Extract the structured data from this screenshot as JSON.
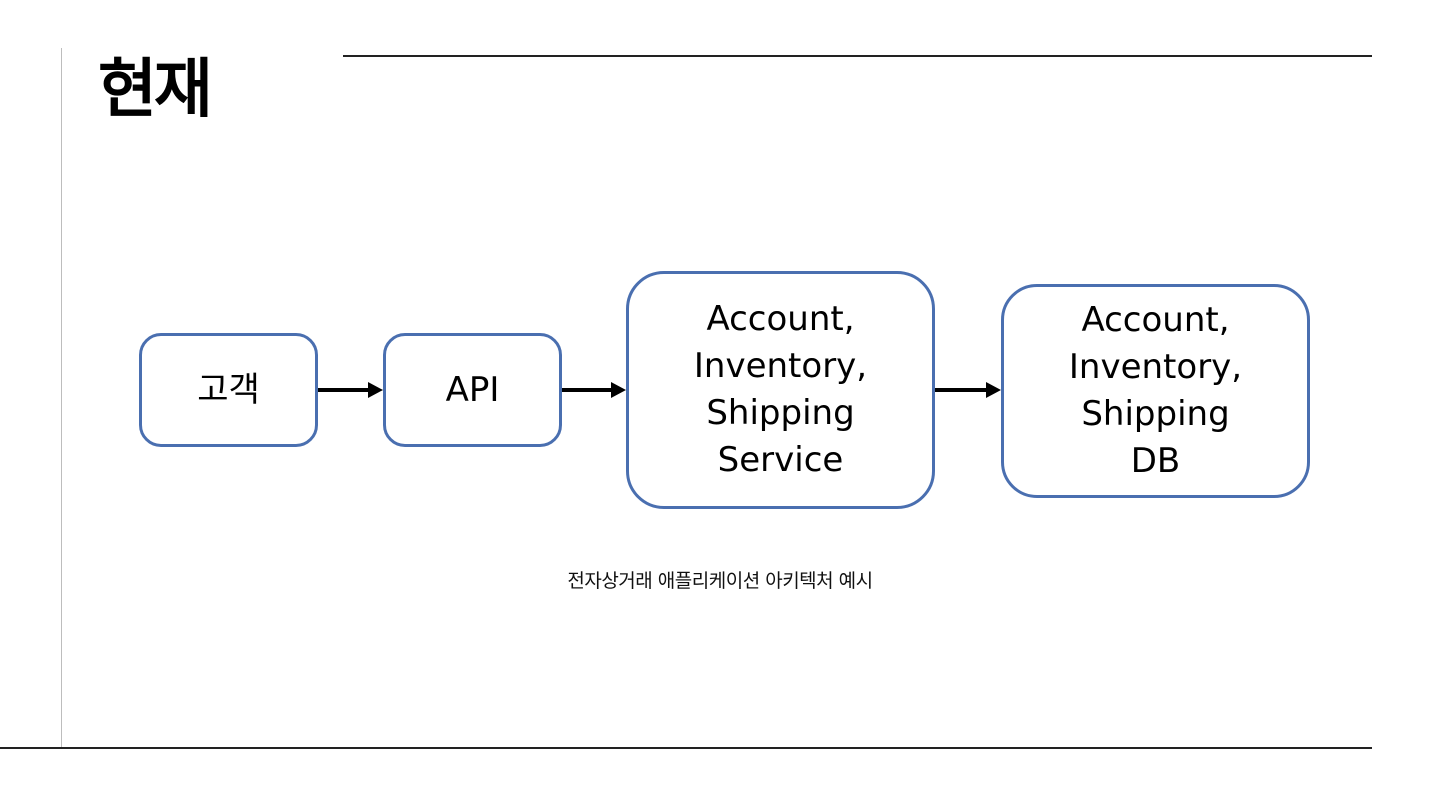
{
  "slide": {
    "title": "현재",
    "caption": "전자상거래 애플리케이션 아키텍처 예시"
  },
  "diagram": {
    "nodes": [
      {
        "id": "customer",
        "label": "고객"
      },
      {
        "id": "api",
        "label": "API"
      },
      {
        "id": "service",
        "label": "Account,\nInventory,\nShipping\nService"
      },
      {
        "id": "db",
        "label": "Account,\nInventory,\nShipping\nDB"
      }
    ],
    "edges": [
      {
        "from": "customer",
        "to": "api"
      },
      {
        "from": "api",
        "to": "service"
      },
      {
        "from": "service",
        "to": "db"
      }
    ],
    "colors": {
      "node_border": "#4a6fb0",
      "arrow": "#000000",
      "rule": "#222222"
    }
  }
}
